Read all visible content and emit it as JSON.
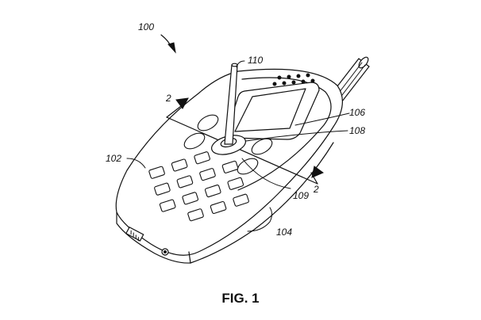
{
  "figure": {
    "caption": "FIG. 1",
    "refs": {
      "device": "100",
      "housing": "102",
      "side": "104",
      "display": "106",
      "pivot": "108",
      "base": "109",
      "stick": "110",
      "section_top": "2",
      "section_bottom": "2"
    }
  }
}
